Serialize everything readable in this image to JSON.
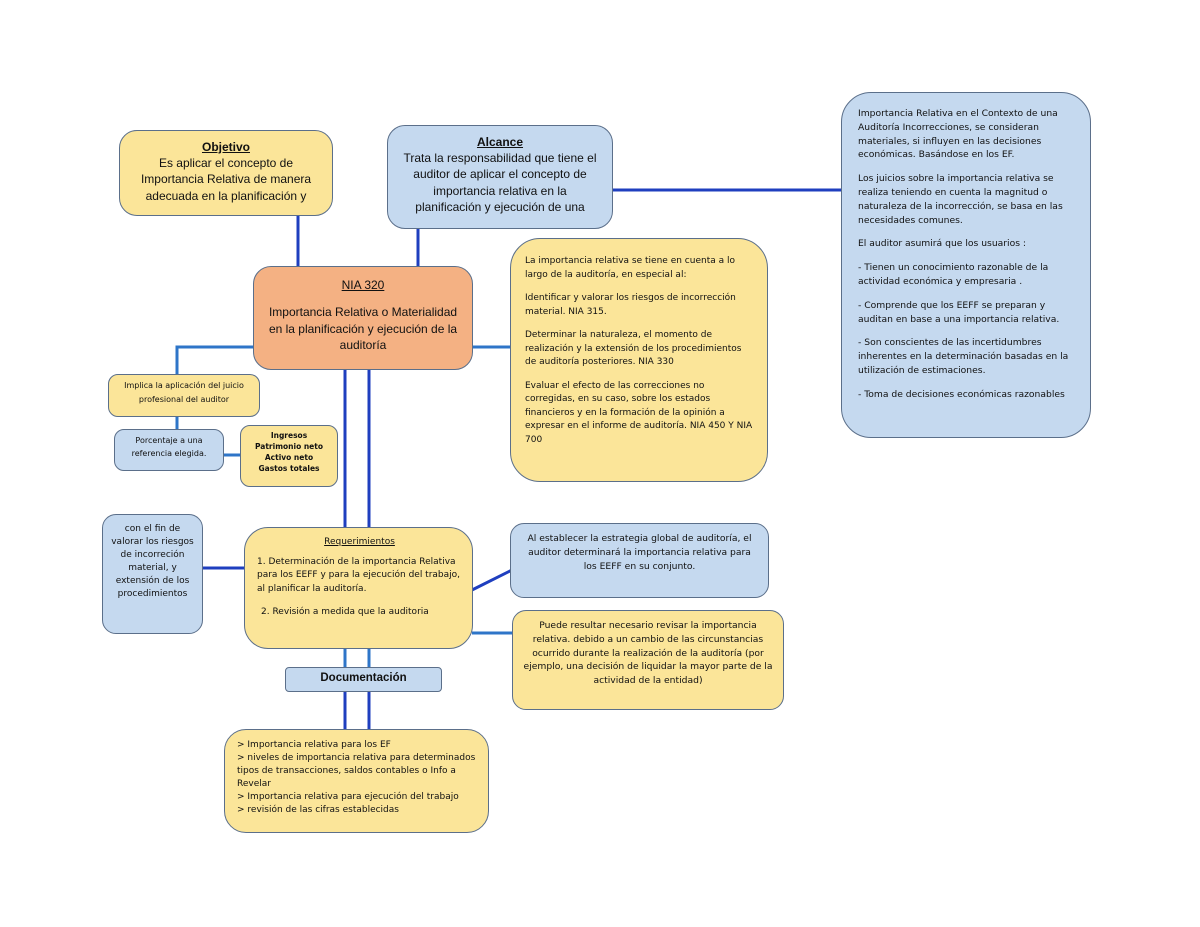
{
  "objetivo": {
    "title": "Objetivo",
    "lines": [
      "Es aplicar el concepto de",
      "Importancia Relativa de manera",
      "adecuada en la planificación y"
    ]
  },
  "alcance": {
    "title": "Alcance",
    "lines": [
      "Trata la responsabilidad que tiene el",
      "auditor de aplicar el concepto de",
      "importancia relativa en la",
      "planificación y ejecución de una"
    ]
  },
  "contexto": {
    "lines": [
      "Importancia Relativa en el Contexto de una Auditoría Incorrecciones, se consideran materiales, si influyen en las decisiones económicas. Basándose en los EF.",
      "Los juicios sobre la importancia relativa se realiza teniendo en cuenta la magnitud o naturaleza de la incorrección, se basa en las necesidades comunes.",
      "El auditor asumirá que los usuarios :",
      "- Tienen un conocimiento razonable de la actividad económica y empresaria .",
      "- Comprende que los EEFF se preparan y auditan en base a una importancia relativa.",
      "- Son conscientes de las incertidumbres inherentes en la determinación basadas en la utilización de estimaciones.",
      "- Toma de decisiones económicas razonables"
    ]
  },
  "nia": {
    "title": "NIA 320",
    "subtitle": "Importancia Relativa o Materialidad en la planificación y ejecución de la auditoría"
  },
  "consideracion": {
    "lines": [
      "La importancia relativa se tiene en cuenta a lo largo de la auditoría, en especial al:",
      "Identificar y valorar los riesgos de incorrección material. NIA 315.",
      "Determinar la naturaleza, el momento de realización y la extensión de los procedimientos de auditoría posteriores. NIA 330",
      " Evaluar el efecto de las correcciones no corregidas, en su caso,  sobre los estados financieros y en la formación de la opinión a expresar en el informe de auditoría.              NIA 450 Y NIA 700"
    ]
  },
  "juicio": {
    "text": "Implica la aplicación del juicio profesional del auditor"
  },
  "porcentaje": {
    "text": "Porcentaje a una referencia elegida."
  },
  "referencias": {
    "items": [
      "Ingresos",
      "Patrimonio neto",
      "Activo neto",
      "Gastos totales"
    ]
  },
  "finalidad": {
    "text": "con el fin de valorar los riesgos de incorreción material, y extensión de los procedimientos"
  },
  "requerimientos": {
    "title": "Requerimientos",
    "item1": "1. Determinación de la importancia Relativa para los EEFF y para la ejecución del trabajo, al planificar la auditoría.",
    "item2": "2. Revisión a medida que la auditoria"
  },
  "estrategia": {
    "text": "Al establecer la estrategia global de auditoría, el auditor determinará la importancia relativa para los EEFF en su conjunto."
  },
  "revision": {
    "text": "Puede resultar necesario revisar la importancia relativa. debido a un cambio de las circunstancias ocurrido durante la realización de la auditoría (por ejemplo, una decisión de liquidar la mayor parte de la actividad de la entidad)"
  },
  "documentacion": {
    "title": "Documentación"
  },
  "doc_items": {
    "items": [
      "> Importancia relativa para los EF",
      ">  niveles de importancia relativa para determinados tipos de transacciones, saldos contables o  Info a Revelar",
      "> Importancia relativa para ejecución del trabajo",
      " > revisión de las cifras establecidas"
    ]
  },
  "colors": {
    "line": "#1f3fbf",
    "line_light": "#2e75c8",
    "yellow": "#fbe599",
    "blue": "#c5d9ef",
    "orange": "#f4b183"
  }
}
